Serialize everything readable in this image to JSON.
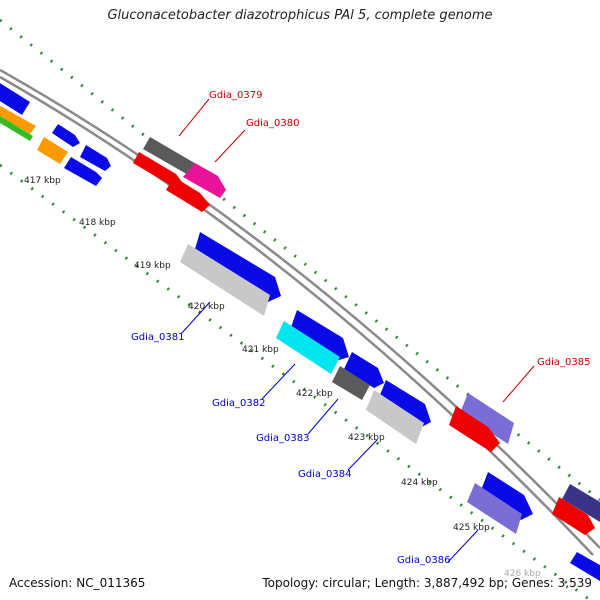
{
  "title": "Gluconacetobacter diazotrophicus PAl 5, complete genome",
  "footer": {
    "accession": "Accession: NC_011365",
    "topology": "Topology: circular; Length: 3,887,492 bp; Genes: 3,539"
  },
  "colors": {
    "backbone": "#8a8a8a",
    "dotted_track": "#2e8b2e",
    "label_forward": "#cc0000",
    "label_reverse": "#0000cc",
    "blue": "#0a0ae6",
    "red": "#ee0000",
    "gray_dark": "#5a5a5a",
    "gray_light": "#c8c8c8",
    "cyan": "#00e5ee",
    "magenta": "#e8139a",
    "slate": "#7a6ed6",
    "navy": "#3a3488",
    "orange": "#ff9900",
    "green": "#33bb22"
  },
  "kbp_labels": [
    "417 kbp",
    "418 kbp",
    "419 kbp",
    "420 kbp",
    "421 kbp",
    "422 kbp",
    "423 kbp",
    "424 kbp",
    "425 kbp",
    "426 kbp"
  ],
  "gene_labels": [
    {
      "text": "Gdia_0379",
      "strand": "forward"
    },
    {
      "text": "Gdia_0380",
      "strand": "forward"
    },
    {
      "text": "Gdia_0381",
      "strand": "reverse"
    },
    {
      "text": "Gdia_0382",
      "strand": "reverse"
    },
    {
      "text": "Gdia_0383",
      "strand": "reverse"
    },
    {
      "text": "Gdia_0384",
      "strand": "reverse"
    },
    {
      "text": "Gdia_0385",
      "strand": "forward"
    },
    {
      "text": "Gdia_0386",
      "strand": "reverse"
    }
  ]
}
